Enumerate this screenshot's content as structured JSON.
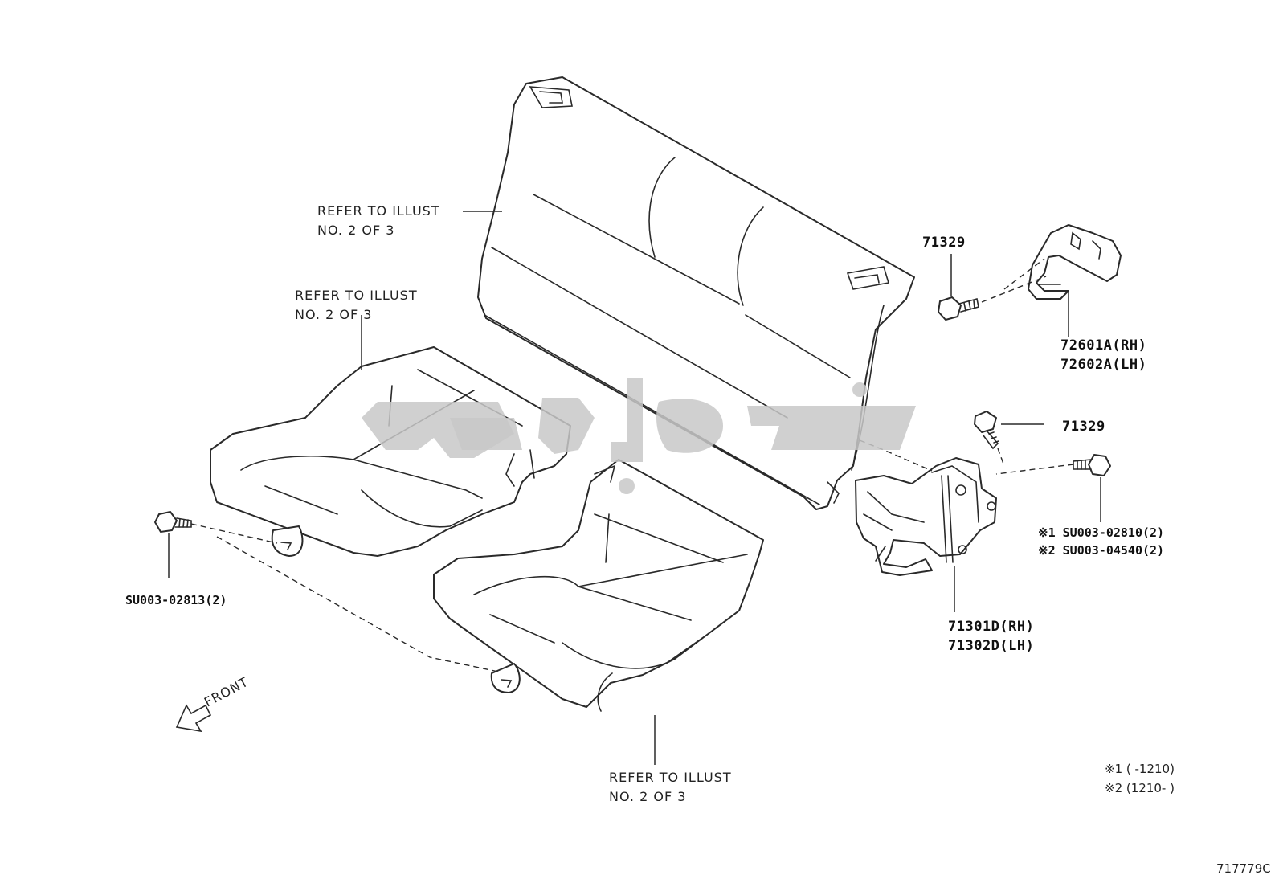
{
  "labels": {
    "seatback_ref_line1": "REFER TO ILLUST",
    "seatback_ref_line2": "NO. 2  OF  3",
    "cushion_left_ref_line1": "REFER TO ILLUST",
    "cushion_left_ref_line2": "NO. 2  OF  3",
    "cushion_right_ref_line1": "REFER TO ILLUST",
    "cushion_right_ref_line2": "NO. 2  OF  3",
    "front_arrow": "FRONT"
  },
  "parts": {
    "bolt_upper": "71329",
    "bracket_rh": "72601A(RH)",
    "bracket_lh": "72602A(LH)",
    "bolt_hinge": "71329",
    "bolt_hinge_side_1": "※1 SU003-02810(2)",
    "bolt_hinge_side_2": "※2 SU003-04540(2)",
    "hinge_rh": "71301D(RH)",
    "hinge_lh": "71302D(LH)",
    "bolt_cushion": "SU003-02813(2)"
  },
  "notes": {
    "note_1": "※1 (      -1210)",
    "note_2": "※2 (1210-      )"
  },
  "figure_id": "717779C"
}
